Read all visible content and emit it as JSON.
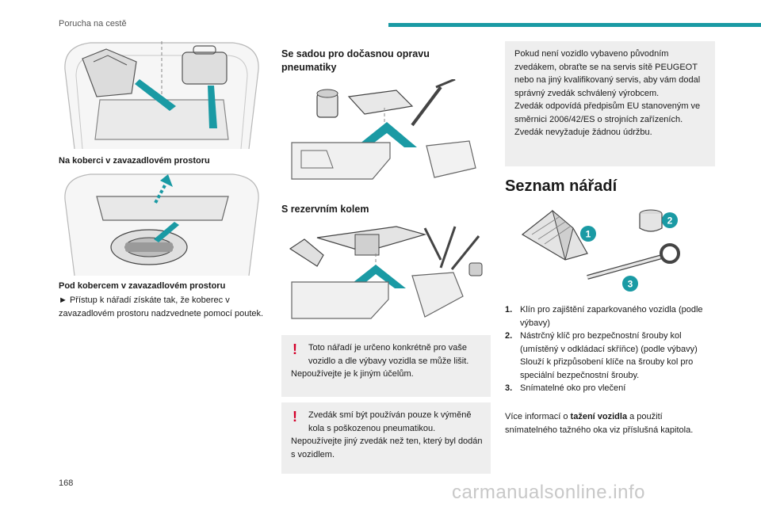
{
  "header": {
    "running_head": "Porucha na cestě",
    "accent_color": "#1a9aa4",
    "page_number": "168"
  },
  "left": {
    "caption1": "Na koberci v zavazadlovém prostoru",
    "caption2": "Pod kobercem v zavazadlovém prostoru",
    "instruction": "► Přístup k nářadí získáte tak, že koberec v zavazadlovém prostoru nadzvednete pomocí poutek."
  },
  "middle": {
    "heading1": "Se sadou pro dočasnou opravu pneumatiky",
    "heading2": "S rezervním kolem",
    "warning1": {
      "first": "Toto nářadí je určeno konkrétně pro vaše vozidlo a dle výbavy vozidla se může lišit.",
      "second": "Nepoužívejte je k jiným účelům."
    },
    "warning2": {
      "first": "Zvedák smí být používán pouze k výměně kola s poškozenou pneumatikou.",
      "second": "Nepoužívejte jiný zvedák než ten, který byl dodán s vozidlem."
    },
    "warning_icon": "!",
    "warning_color": "#d4002a"
  },
  "right": {
    "info": {
      "line1": "Pokud není vozidlo vybaveno původním zvedákem, obraťte se na servis sítě PEUGEOT nebo na jiný kvalifikovaný servis, aby vám dodal správný zvedák schválený výrobcem.",
      "line2": "Zvedák odpovídá předpisům EU stanoveným ve směrnici 2006/42/ES o strojních zařízeních.",
      "line3": "Zvedák nevyžaduje žádnou údržbu."
    },
    "section_title": "Seznam nářadí",
    "badges": [
      "1",
      "2",
      "3"
    ],
    "items": [
      {
        "num": "1.",
        "text": "Klín pro zajištění zaparkovaného vozidla (podle výbavy)"
      },
      {
        "num": "2.",
        "text": "Nástrčný klíč pro bezpečnostní šrouby kol (umístěný v odkládací skříňce) (podle výbavy)",
        "sub": "Slouží k přizpůsobení klíče na šrouby kol pro speciální bezpečnostní šrouby."
      },
      {
        "num": "3.",
        "text": "Snímatelné oko pro vlečení"
      }
    ],
    "footer_before": "Více informací o ",
    "footer_bold": "tažení vozidla",
    "footer_after": " a použití snímatelného tažného oka viz příslušná kapitola."
  },
  "watermark": "carmanualsonline.info"
}
